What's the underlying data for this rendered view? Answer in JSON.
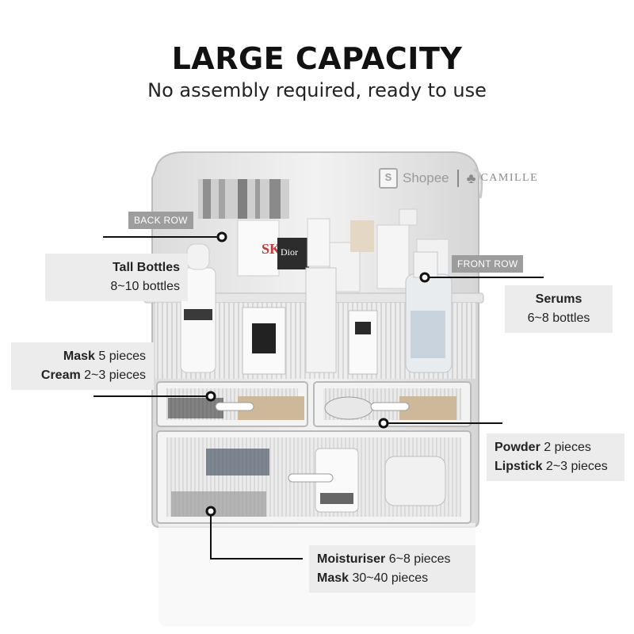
{
  "header": {
    "title": "LARGE CAPACITY",
    "subtitle": "No assembly required, ready to use"
  },
  "watermark": {
    "shopee_text": "Shopee",
    "camille_text": "CAMILLE"
  },
  "tags": {
    "back_row": "BACK ROW",
    "front_row": "FRONT ROW"
  },
  "labels": {
    "tall_bottles": {
      "name": "Tall Bottles",
      "qty": "8~10 bottles"
    },
    "serums": {
      "name": "Serums",
      "qty": "6~8 bottles"
    },
    "mask_cream": {
      "mask_name": "Mask",
      "mask_qty": "5 pieces",
      "cream_name": "Cream",
      "cream_qty": "2~3 pieces"
    },
    "powder_lipstick": {
      "powder_name": "Powder",
      "powder_qty": "2 pieces",
      "lipstick_name": "Lipstick",
      "lipstick_qty": "2~3 pieces"
    },
    "moisturiser_mask": {
      "moist_name": "Moisturiser",
      "moist_qty": "6~8 pieces",
      "mask_name": "Mask",
      "mask_qty": "30~40 pieces"
    }
  },
  "colors": {
    "label_bg": "#ececec",
    "tag_bg": "#9d9d9d",
    "leader_line": "#111111"
  }
}
